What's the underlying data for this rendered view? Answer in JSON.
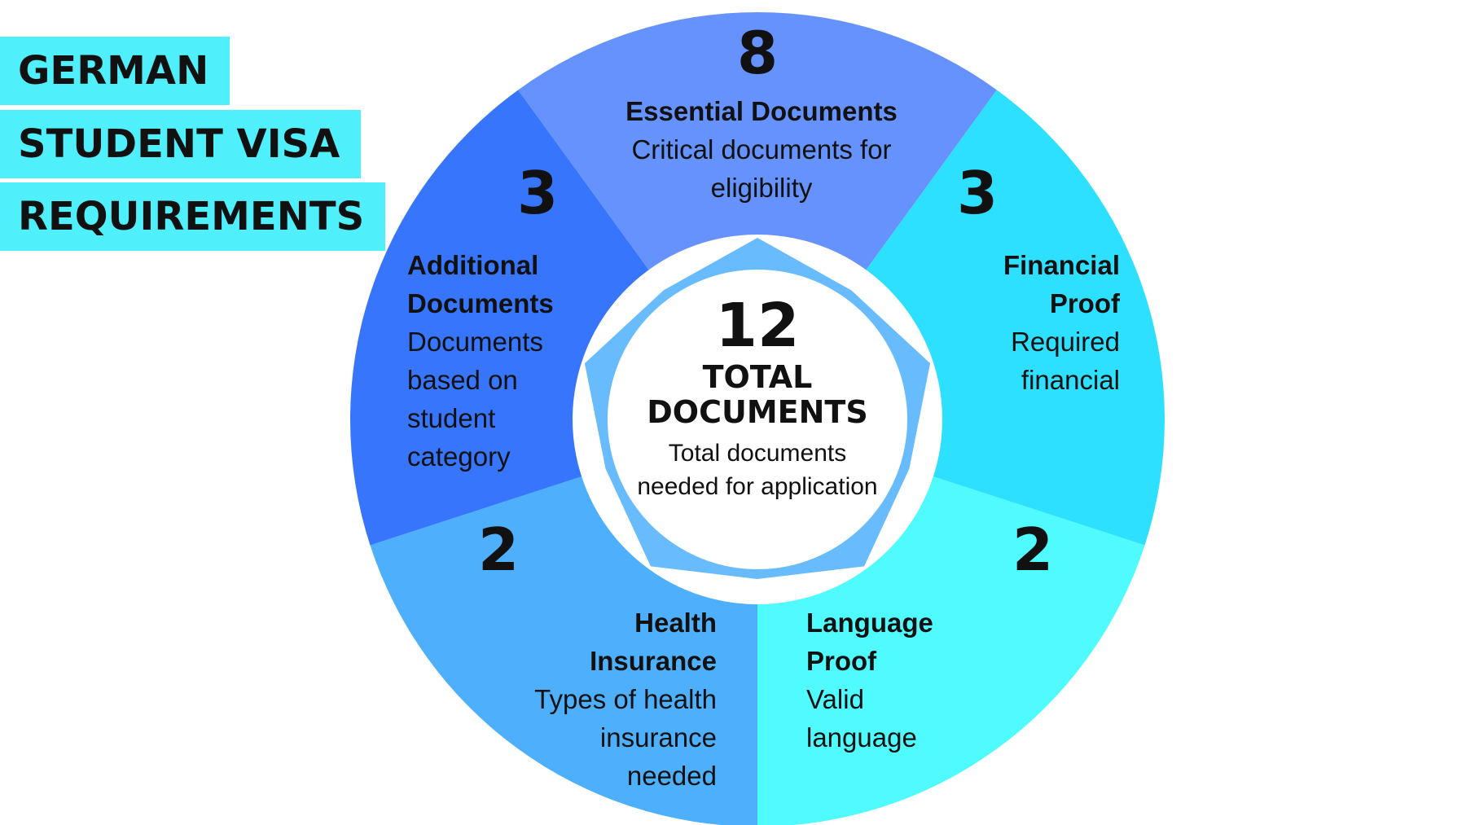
{
  "title": {
    "line1": "GERMAN",
    "line2": "STUDENT VISA",
    "line3": "REQUIREMENTS"
  },
  "colors": {
    "title_bg": "#4ff0fb",
    "essential": "#6592fd",
    "financial": "#2ee0ff",
    "language": "#4ffbff",
    "health": "#4eb0fd",
    "additional": "#3776fc",
    "center_ring": "#ffffff"
  },
  "center": {
    "value": "12",
    "label_line1": "TOTAL",
    "label_line2": "DOCUMENTS",
    "description": "Total documents needed for application"
  },
  "segments": {
    "essential": {
      "value": "8",
      "title": "Essential Documents",
      "description": "Critical documents for eligibility"
    },
    "financial": {
      "value": "3",
      "title_line1": "Financial",
      "title_line2": "Proof",
      "desc_line1": "Required",
      "desc_line2": "financial"
    },
    "language": {
      "value": "2",
      "title_line1": "Language",
      "title_line2": "Proof",
      "desc_line1": "Valid",
      "desc_line2": "language"
    },
    "health": {
      "value": "2",
      "title_line1": "Health",
      "title_line2": "Insurance",
      "desc_line1": "Types of health",
      "desc_line2": "insurance",
      "desc_line3": "needed"
    },
    "additional": {
      "value": "3",
      "title_line1": "Additional",
      "title_line2": "Documents",
      "desc_line1": "Documents",
      "desc_line2": "based on",
      "desc_line3": "student",
      "desc_line4": "category"
    }
  }
}
